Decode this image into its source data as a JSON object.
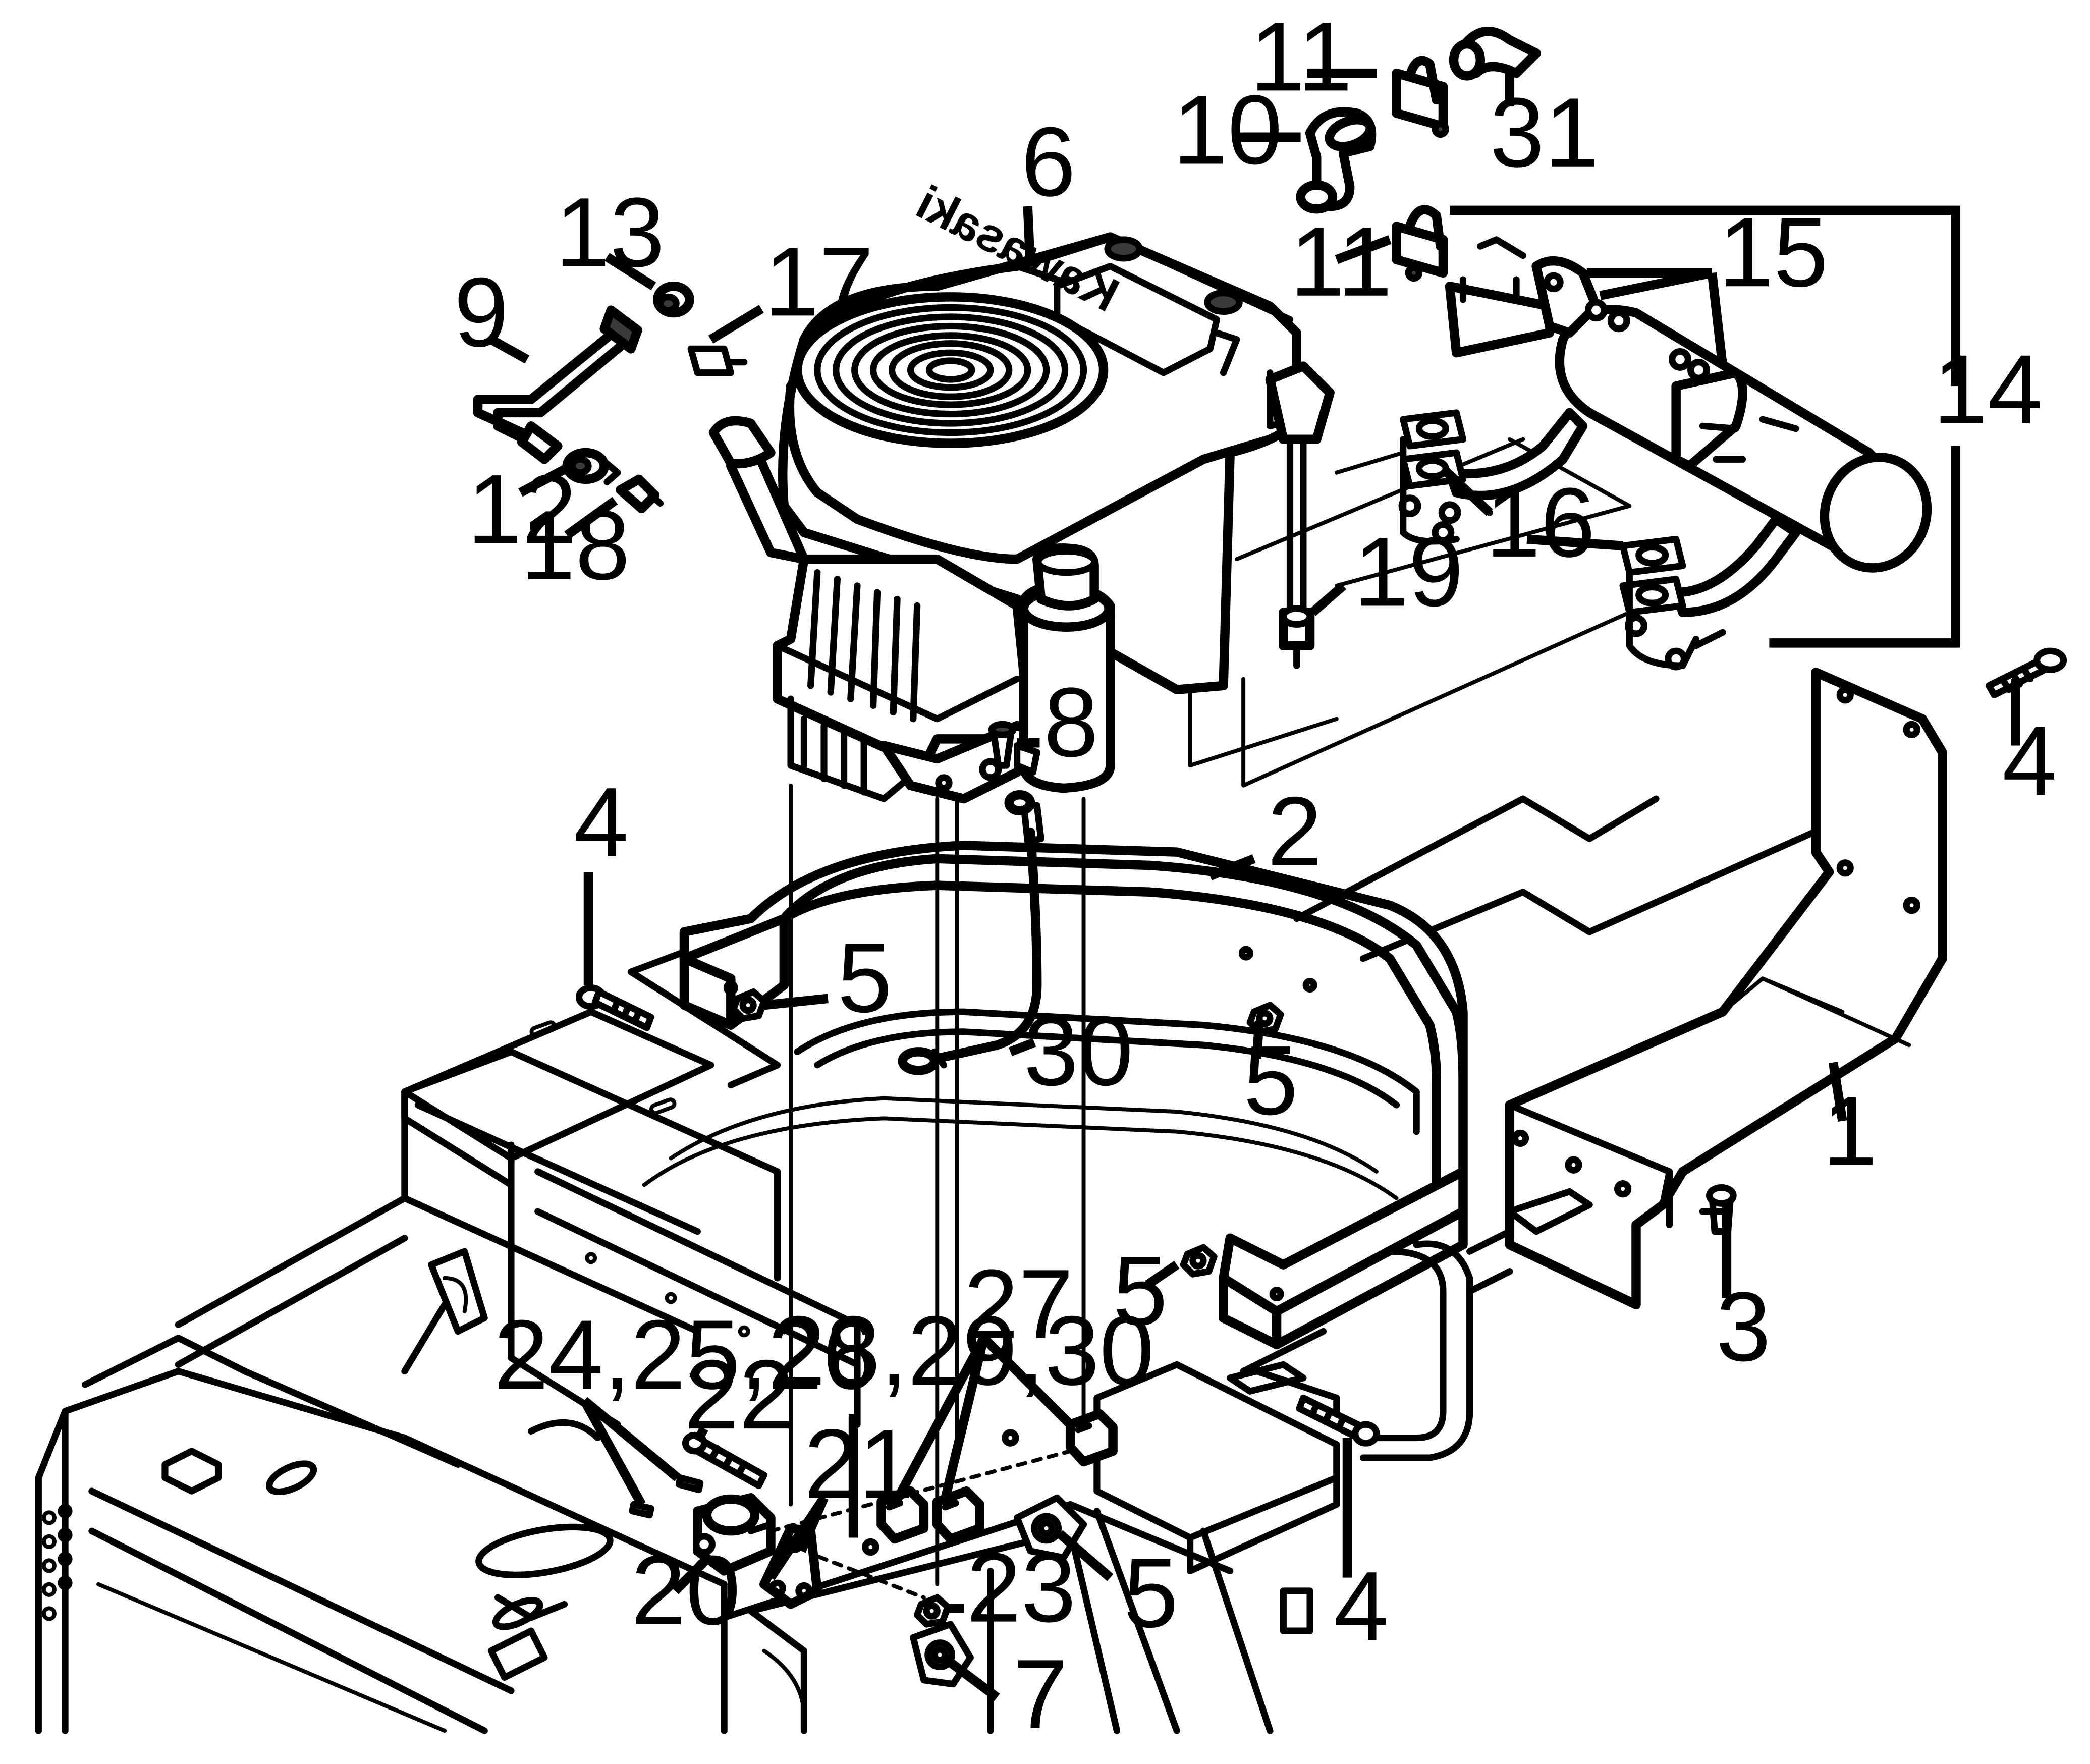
{
  "callouts": {
    "c1": "1",
    "c2": "2",
    "c3": "3",
    "c4a": "4",
    "c4b": "4",
    "c4c": "4",
    "c5a": "5",
    "c5b": "5",
    "c5c": "5",
    "c5d": "5",
    "c6": "6",
    "c7": "7",
    "c8": "8",
    "c9": "9",
    "c10": "10",
    "c11a": "11",
    "c11b": "11",
    "c12": "12",
    "c13": "13",
    "c14": "14",
    "c15": "15",
    "c16": "16",
    "c17": "17",
    "c18": "18",
    "c19": "19",
    "c20": "20",
    "c21": "21",
    "c22": "22",
    "c23": "23",
    "c24": "24,25,26",
    "c27": "27",
    "c28": "28,29,30",
    "c30": "30",
    "c31": "31"
  },
  "engine": {
    "brand": "Kawasaki"
  }
}
